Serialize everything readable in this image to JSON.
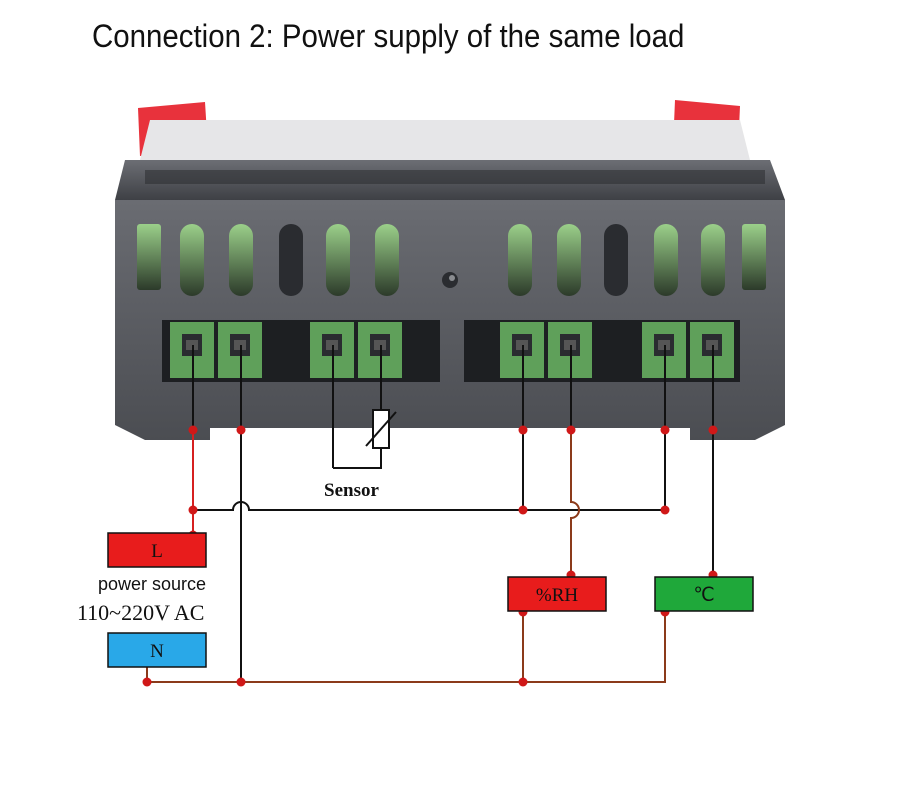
{
  "title": "Connection 2: Power supply of the same load",
  "sensor_label": "Sensor",
  "power": {
    "l_label": "L",
    "n_label": "N",
    "source_label": "power source",
    "voltage_label": "110~220V AC"
  },
  "loads": {
    "rh_label": "%RH",
    "temp_label": "℃"
  },
  "colors": {
    "housing": "#5a5c61",
    "terminal": "#5fa05a",
    "red_tab": "#e8323c",
    "l_box": "#e81c1c",
    "n_box": "#29a8e8",
    "rh_box": "#e81c1c",
    "temp_box": "#1fa83a",
    "live_wire": "#d62020",
    "neutral_wire": "#8b3a1a",
    "junction": "#d01818"
  }
}
